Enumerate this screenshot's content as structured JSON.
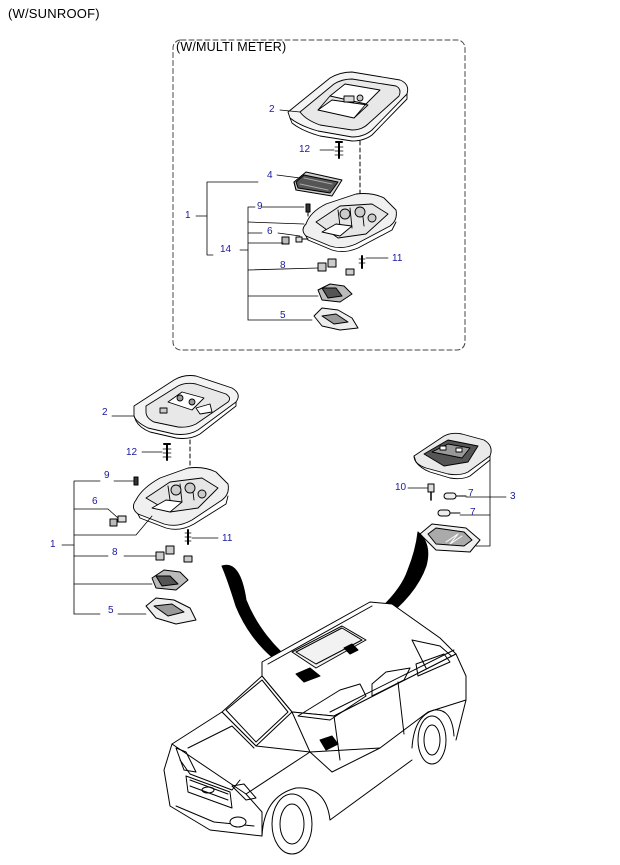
{
  "headers": {
    "sunroof": "(W/SUNROOF)",
    "multi_meter": "(W/MULTI METER)"
  },
  "callouts": {
    "multi": {
      "p2": "2",
      "p12": "12",
      "p4": "4",
      "p1": "1",
      "p9": "9",
      "p6": "6",
      "p14": "14",
      "p8": "8",
      "p11": "11",
      "p5": "5"
    },
    "lower": {
      "p2": "2",
      "p12": "12",
      "p9": "9",
      "p6": "6",
      "p1": "1",
      "p11": "11",
      "p8": "8",
      "p5": "5",
      "p10": "10",
      "p7a": "7",
      "p3": "3",
      "p7b": "7"
    }
  },
  "colors": {
    "callout_text": "#1a1aa0",
    "line": "#000000"
  }
}
